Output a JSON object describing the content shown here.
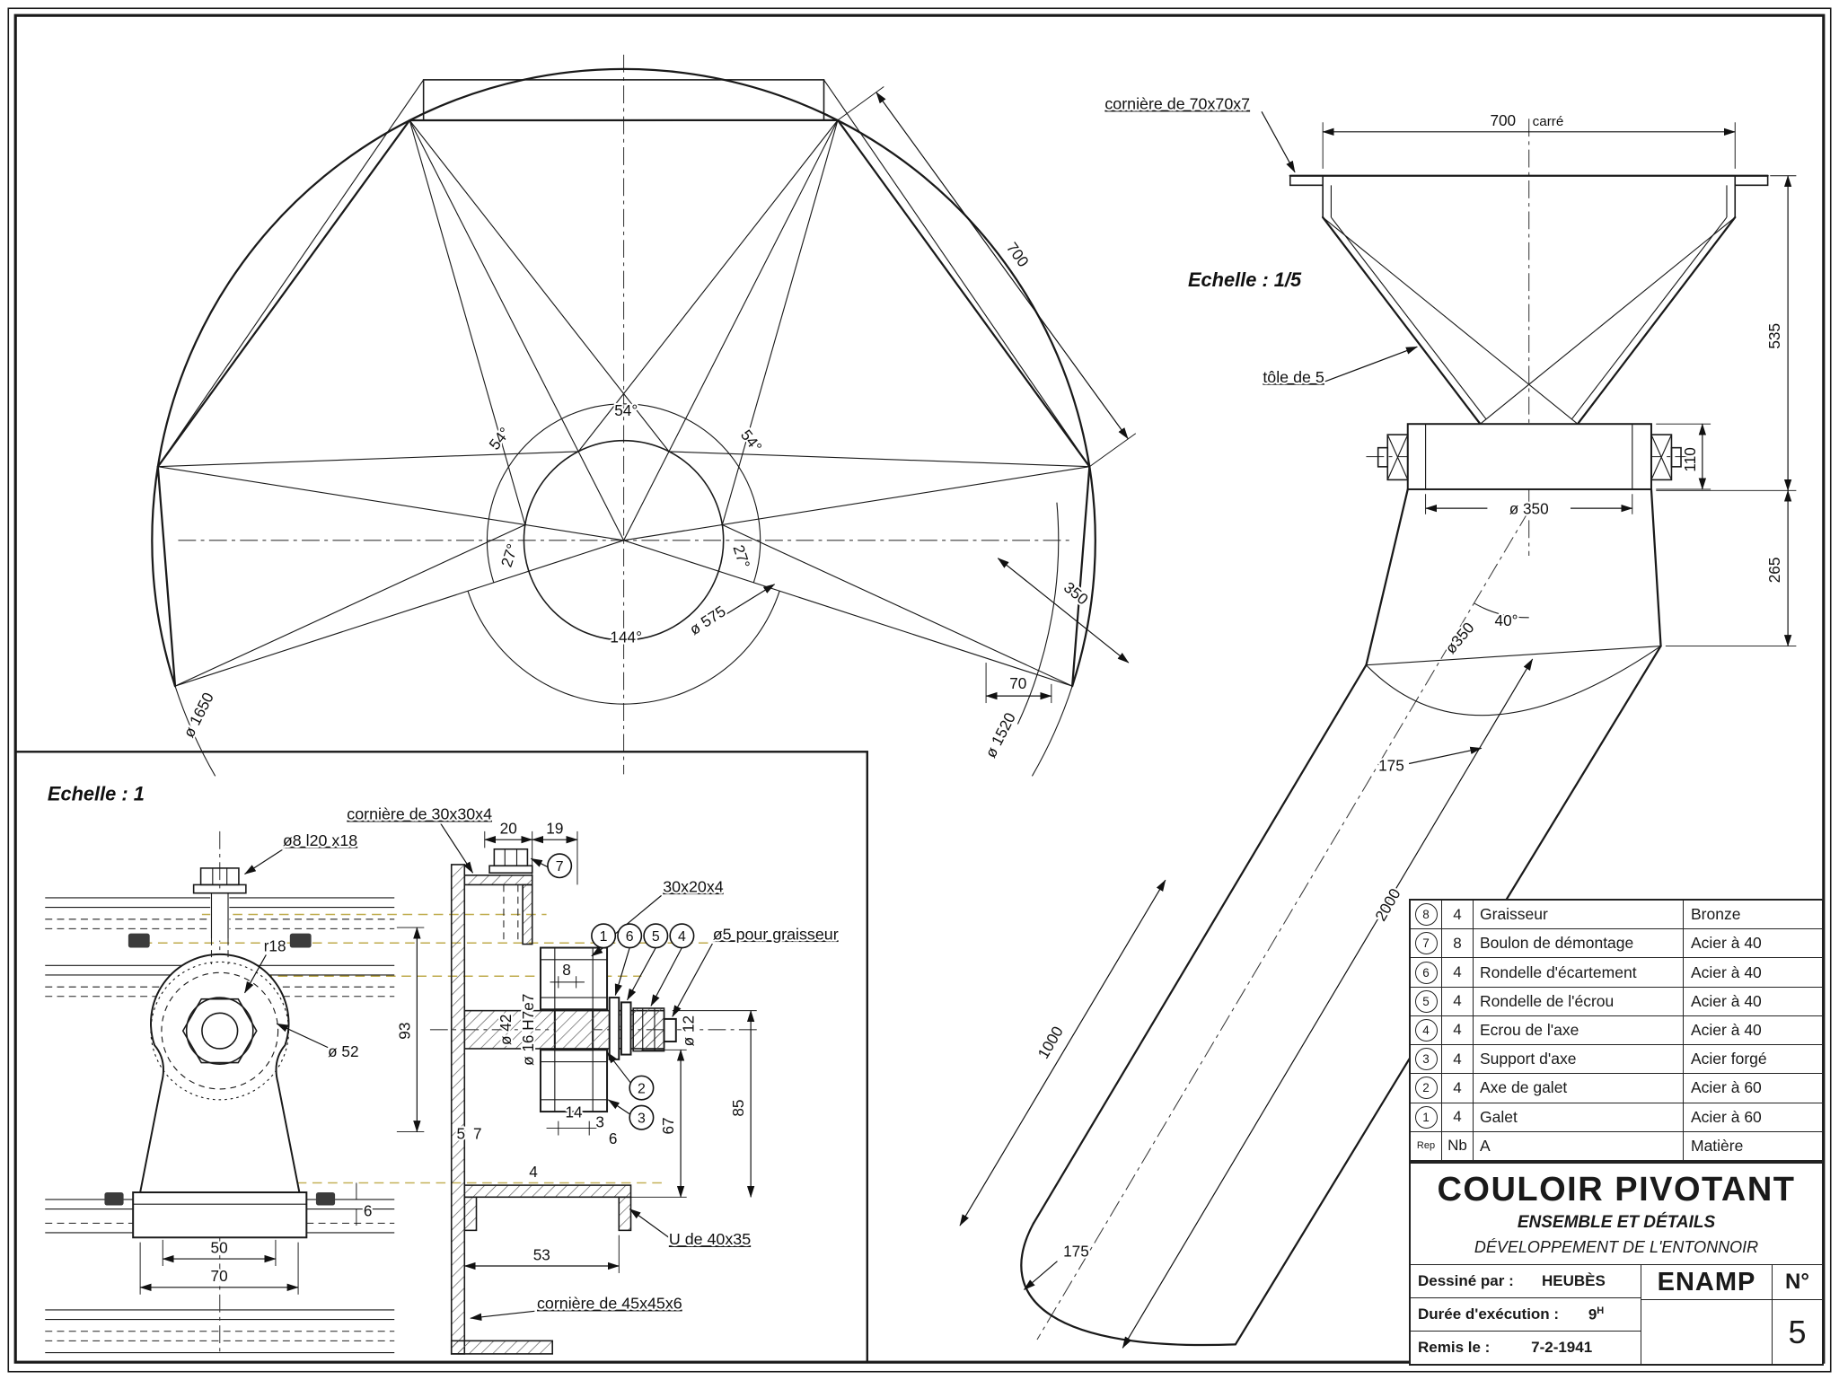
{
  "colors": {
    "ink": "#1a1a1a",
    "paper": "#ffffff",
    "construction_line": "#b8a23a"
  },
  "fan": {
    "angle_top": "54°",
    "angle_left": "54°",
    "angle_right": "54°",
    "angle_left_low": "27°",
    "angle_right_low": "27°",
    "angle_bottom": "144°",
    "dia_575": "ø 575",
    "dia_1650": "ø 1650",
    "dia_1520": "ø 1520",
    "dim_700": "700",
    "dim_350": "350",
    "dim_70": "70"
  },
  "side": {
    "scale": "Echelle : 1/5",
    "corniere_label": "cornière de 70x70x7",
    "tole_label": "tôle de 5",
    "dim_700": "700",
    "dim_700_suffix": "carré",
    "dim_535": "535",
    "dim_110": "110",
    "dim_265": "265",
    "dia_350": "ø 350",
    "angle_40": "40°",
    "dia_350_chute": "ø350",
    "dim_175_top": "175",
    "dim_2000": "2000",
    "dim_1000": "1000",
    "dim_175_bottom": "175"
  },
  "detail": {
    "scale": "Echelle : 1",
    "corniere_30": "cornière de 30x30x4",
    "bolt_label": "ø8 l20 x18",
    "r_18": "r18",
    "dia_52": "ø 52",
    "dim_50": "50",
    "dim_70": "70",
    "dim_93": "93",
    "dim_20": "20",
    "dim_19": "19",
    "dim_8": "8",
    "dia_42": "ø 42",
    "dia_16": "ø 16 H7e7",
    "flat_label": "30x20x4",
    "graisseur_label": "ø5 pour graisseur",
    "dim_14": "14",
    "dim_3": "3",
    "dim_6": "6",
    "dim_5": "5",
    "dim_7": "7",
    "dim_4": "4",
    "dim_67": "67",
    "dim_85": "85",
    "dia_12": "ø 12",
    "dim_6b": "6",
    "dim_53": "53",
    "u_label": "U de 40x35",
    "corniere_45": "cornière de 45x45x6",
    "balloons": [
      "1",
      "2",
      "3",
      "4",
      "5",
      "6",
      "7"
    ]
  },
  "parts_table": {
    "rows": [
      {
        "rep": "8",
        "nb": "4",
        "designation": "Graisseur",
        "matiere": "Bronze"
      },
      {
        "rep": "7",
        "nb": "8",
        "designation": "Boulon de démontage",
        "matiere": "Acier à 40"
      },
      {
        "rep": "6",
        "nb": "4",
        "designation": "Rondelle d'écartement",
        "matiere": "Acier à 40"
      },
      {
        "rep": "5",
        "nb": "4",
        "designation": "Rondelle de l'écrou",
        "matiere": "Acier à 40"
      },
      {
        "rep": "4",
        "nb": "4",
        "designation": "Ecrou de l'axe",
        "matiere": "Acier à 40"
      },
      {
        "rep": "3",
        "nb": "4",
        "designation": "Support d'axe",
        "matiere": "Acier forgé"
      },
      {
        "rep": "2",
        "nb": "4",
        "designation": "Axe de galet",
        "matiere": "Acier à 60"
      },
      {
        "rep": "1",
        "nb": "4",
        "designation": "Galet",
        "matiere": "Acier à 60"
      }
    ],
    "footer": {
      "rep": "Rep",
      "nb": "Nb",
      "designation": "A",
      "matiere": "Matière"
    }
  },
  "title_block": {
    "title": "COULOIR PIVOTANT",
    "subtitle": "ENSEMBLE ET DÉTAILS",
    "subtitle2": "DÉVELOPPEMENT DE L'ENTONNOIR",
    "drawn_by_label": "Dessiné par :",
    "drawn_by": "HEUBÈS",
    "org": "ENAMP",
    "number_label": "N°",
    "duration_label": "Durée d'exécution :",
    "duration_value": "9",
    "duration_unit": "H",
    "date_label": "Remis le :",
    "date_value": "7-2-1941",
    "number": "5"
  }
}
